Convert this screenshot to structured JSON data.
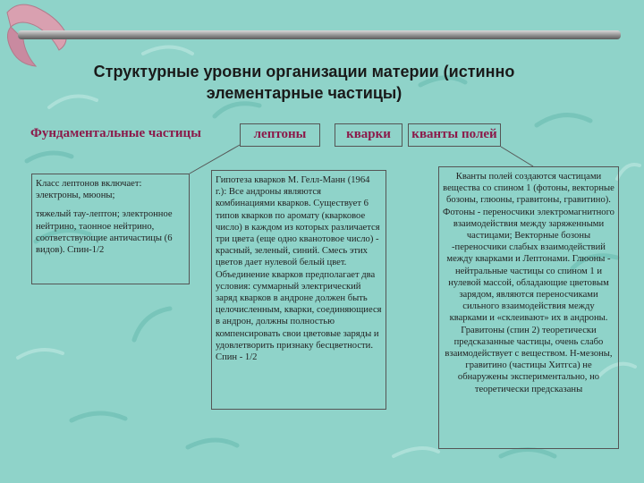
{
  "title": {
    "line1": "Структурные уровни организации материи (истинно",
    "line2": "элементарные частицы)"
  },
  "headers": {
    "fundamental": "Фундаментальные частицы",
    "leptons": "лептоны",
    "quarks": "кварки",
    "field_quanta": "кванты полей"
  },
  "leptons_text": {
    "p1": "Класс лептонов включает: электроны, мюоны;",
    "p2": "тяжелый тау-лептон; электронное нейтрино, таонное нейтрино, соответствующие античастицы (6 видов). Спин-1/2"
  },
  "quarks_text": "Гипотеза кварков М. Гелл-Манн (1964 г.): Все андроны являются комбинациями кварков. Существует 6 типов кварков по аромату (кварковое число) в каждом из которых различается три цвета (еще одно кванотовое число) - красный, зеленый, синий. Смесь этих цветов дает нулевой белый цвет. Объединение кварков предполагает два условия: суммарный электрический заряд кварков в андроне должен быть целочисленным, кварки, соединяющиеся в андрон, должны полностью компенсировать свои цветовые заряды и удовлетворить признаку бесцветности. Спин - 1/2",
  "quanta_text": "Кванты полей создаются частицами вещества со спином 1 (фотоны, векторные бозоны, глюоны, гравитоны, гравитино). Фотоны - переносчики электромагнитного взаимодействия между заряженными частицами; Векторные бозоны -переносчики слабых взаимодействий между кварками и Лептонами. Глюоны - нейтральные частицы со спином 1 и нулевой массой, обладающие цветовым зарядом, являются переносчиками сильного взаимодействия между кварками и «склеивают» их в андроны. Гравитоны (спин 2) теоретически предсказанные частицы, очень слабо взаимодействует с веществом. Н-мезоны, гравитино (частицы Хитгса) не обнаружены экспериментально, но теоретически предсказаны",
  "colors": {
    "background": "#8fd3c9",
    "header_text": "#8b1a4a",
    "title_text": "#1a1a1a",
    "boomerang": "#d9a0b0"
  },
  "decorations": [
    "boomerang-shape"
  ]
}
